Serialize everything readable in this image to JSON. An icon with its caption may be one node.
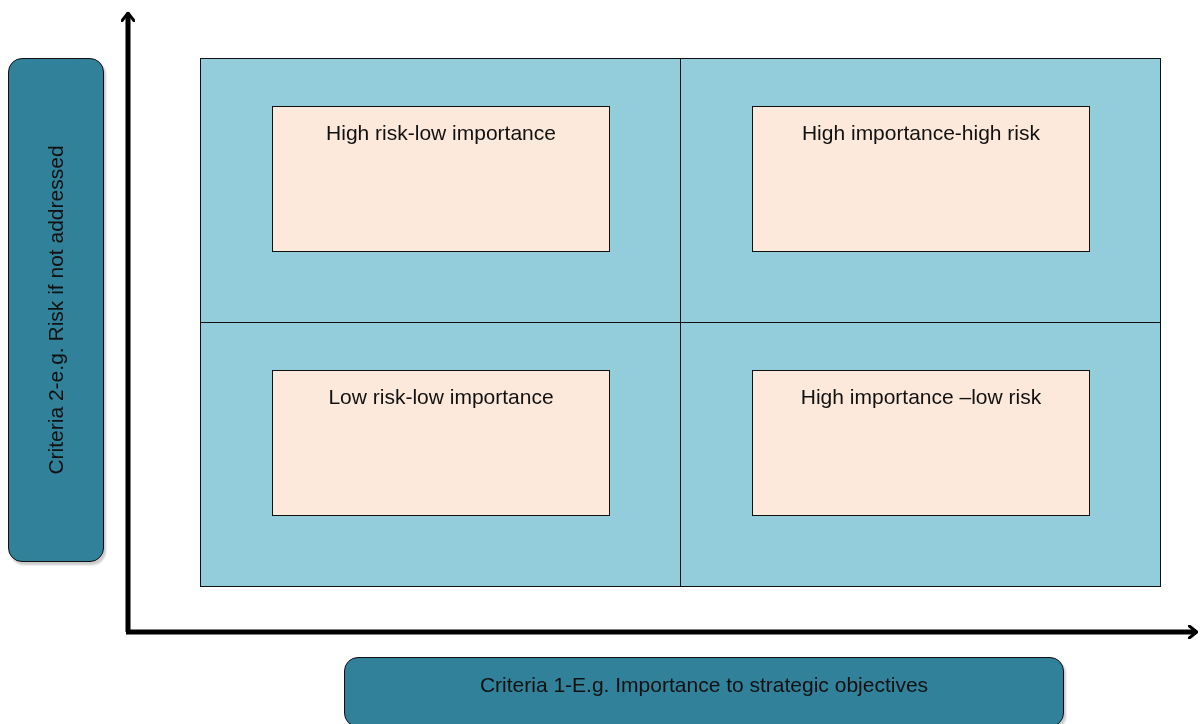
{
  "diagram": {
    "nodes": [
      {
        "text": [
          "Criteria 2-e.g. Risk if not addressed"
        ]
      },
      {
        "text": [],
        "shape": "box"
      },
      {
        "text": [
          "High risk-low importance"
        ],
        "in": 1
      },
      {
        "text": [],
        "shape": "box"
      },
      {
        "text": [
          "High importance-high risk"
        ],
        "in": 3
      },
      {
        "text": [],
        "shape": "box"
      },
      {
        "text": [
          "Low risk-low importance"
        ],
        "in": 5
      },
      {
        "text": [],
        "shape": "box"
      },
      {
        "text": [
          "High importance –low risk"
        ],
        "in": 7
      },
      {
        "text": [
          "Criteria 1-E.g. Importance to strategic objectives"
        ]
      }
    ],
    "edges": []
  }
}
